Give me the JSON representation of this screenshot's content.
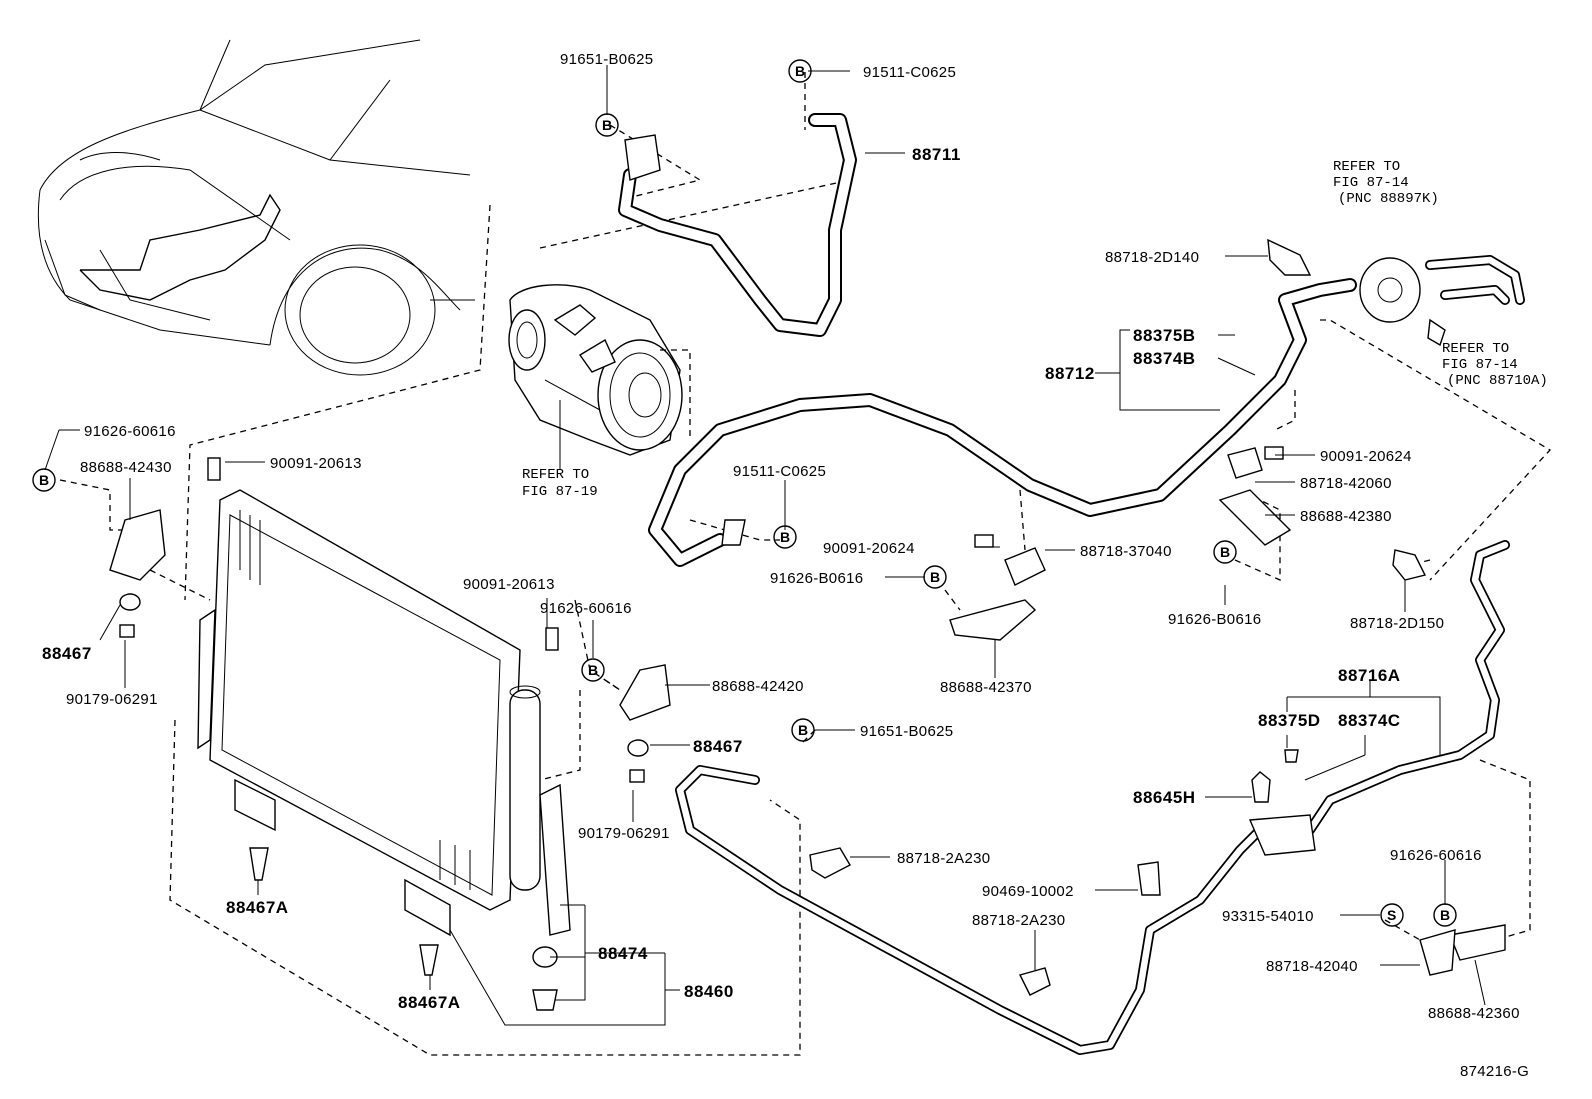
{
  "figure_id": "874216-G",
  "mark_letters": {
    "b": "B",
    "s": "S"
  },
  "labels": {
    "p91651_b0625_top": "91651-B0625",
    "p91511_c0625_top": "91511-C0625",
    "p88711": "88711",
    "refer_87_19_a": "REFER TO",
    "refer_87_19_b": "FIG 87-19",
    "refer_88897k_a": "REFER TO",
    "refer_88897k_b": "FIG 87-14",
    "refer_88897k_c": "(PNC 88897K)",
    "refer_88710a_a": "REFER TO",
    "refer_88710a_b": "FIG 87-14",
    "refer_88710a_c": "(PNC 88710A)",
    "p88718_2d140": "88718-2D140",
    "p88375b": "88375B",
    "p88374b": "88374B",
    "p88712": "88712",
    "p91626_60616_left": "91626-60616",
    "p88688_42430": "88688-42430",
    "p90091_20613_top": "90091-20613",
    "p88467_left": "88467",
    "p90179_06291_left": "90179-06291",
    "p91511_c0625_mid": "91511-C0625",
    "p90091_20624_right": "90091-20624",
    "p88718_42060": "88718-42060",
    "p88688_42380": "88688-42380",
    "p90091_20624_mid": "90091-20624",
    "p88718_37040": "88718-37040",
    "p91626_b0616_mid": "91626-B0616",
    "p91626_b0616_right": "91626-B0616",
    "p88718_2d150": "88718-2D150",
    "p88688_42370": "88688-42370",
    "p90091_20613_mid": "90091-20613",
    "p91626_60616_mid": "91626-60616",
    "p88688_42420": "88688-42420",
    "p88467_mid": "88467",
    "p90179_06291_mid": "90179-06291",
    "p91651_b0625_mid": "91651-B0625",
    "p88716a": "88716A",
    "p88375d": "88375D",
    "p88374c": "88374C",
    "p88645h": "88645H",
    "p88718_2a230_a": "88718-2A230",
    "p90469_10002": "90469-10002",
    "p88718_2a230_b": "88718-2A230",
    "p91626_60616_right": "91626-60616",
    "p93315_54010": "93315-54010",
    "p88718_42040": "88718-42040",
    "p88688_42360": "88688-42360",
    "p88467a_top": "88467A",
    "p88467a_bot": "88467A",
    "p88474": "88474",
    "p88460": "88460"
  }
}
